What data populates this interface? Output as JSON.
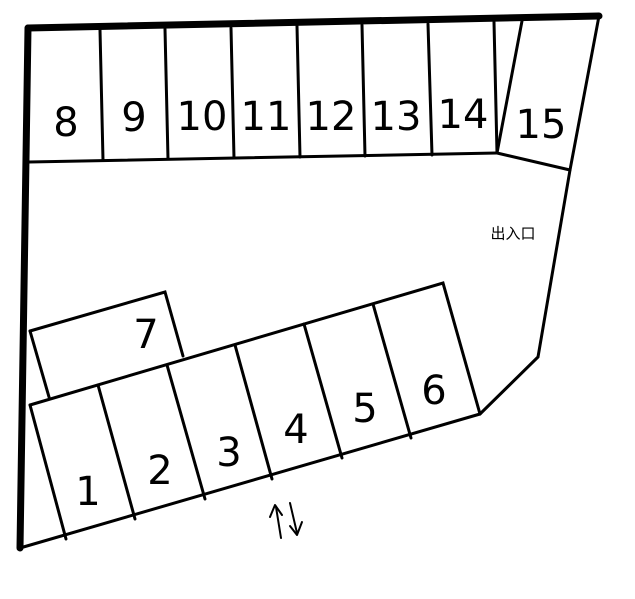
{
  "spaces": [
    {
      "number": "1"
    },
    {
      "number": "2"
    },
    {
      "number": "3"
    },
    {
      "number": "4"
    },
    {
      "number": "5"
    },
    {
      "number": "6"
    },
    {
      "number": "7"
    },
    {
      "number": "8"
    },
    {
      "number": "9"
    },
    {
      "number": "10"
    },
    {
      "number": "11"
    },
    {
      "number": "12"
    },
    {
      "number": "13"
    },
    {
      "number": "14"
    },
    {
      "number": "15"
    }
  ],
  "entrance": {
    "label": "出入口"
  },
  "colors": {
    "line": "#000000",
    "background": "#ffffff"
  },
  "icons": {
    "traffic_direction": "two-way-arrow-icon"
  }
}
